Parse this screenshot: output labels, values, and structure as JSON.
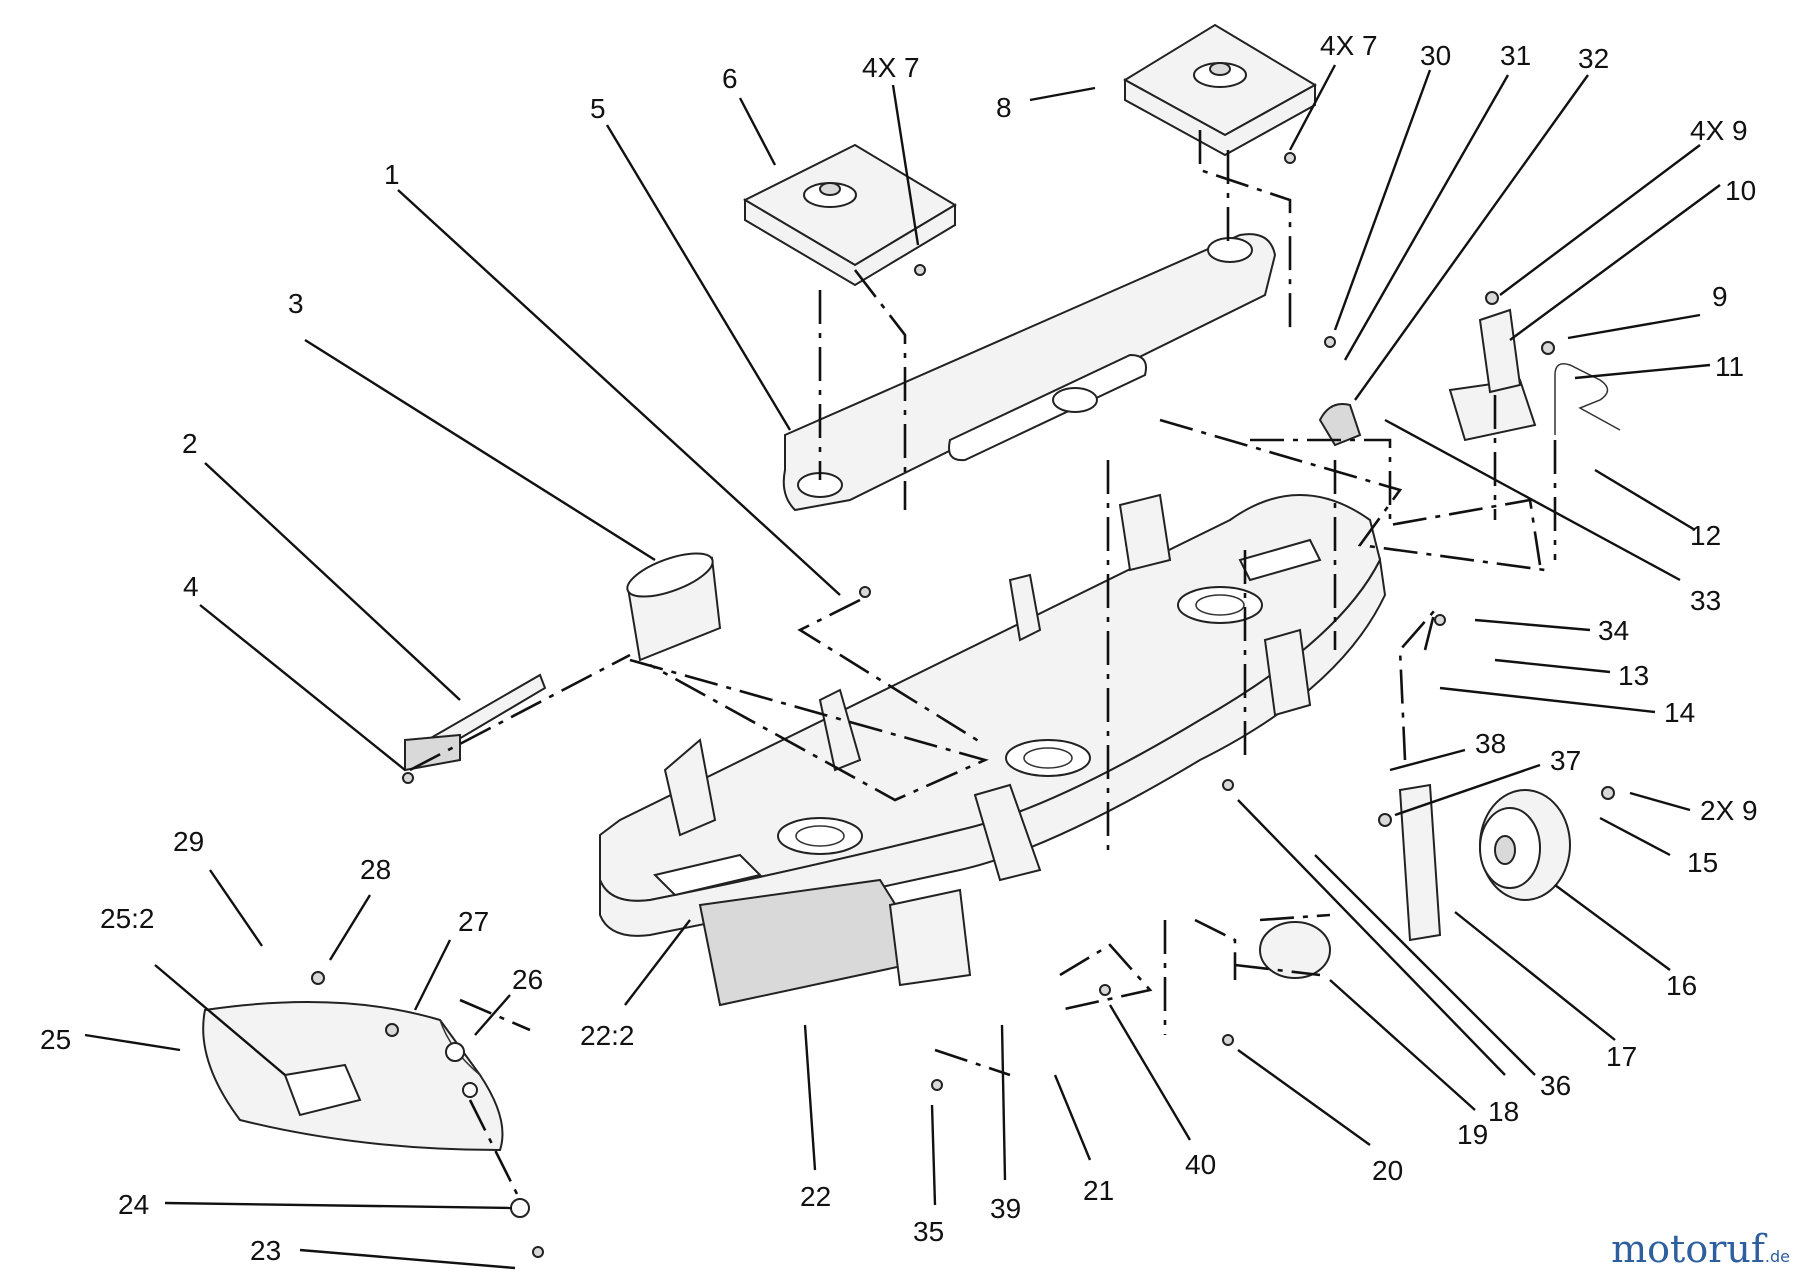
{
  "diagram": {
    "callouts": [
      {
        "id": "1",
        "label": "1"
      },
      {
        "id": "2",
        "label": "2"
      },
      {
        "id": "3",
        "label": "3"
      },
      {
        "id": "4",
        "label": "4"
      },
      {
        "id": "5",
        "label": "5"
      },
      {
        "id": "6",
        "label": "6"
      },
      {
        "id": "4x7a",
        "label": "4X 7"
      },
      {
        "id": "8",
        "label": "8"
      },
      {
        "id": "4x7b",
        "label": "4X 7"
      },
      {
        "id": "30",
        "label": "30"
      },
      {
        "id": "31",
        "label": "31"
      },
      {
        "id": "32",
        "label": "32"
      },
      {
        "id": "4x9",
        "label": "4X 9"
      },
      {
        "id": "10",
        "label": "10"
      },
      {
        "id": "9",
        "label": "9"
      },
      {
        "id": "11",
        "label": "11"
      },
      {
        "id": "12",
        "label": "12"
      },
      {
        "id": "33",
        "label": "33"
      },
      {
        "id": "34",
        "label": "34"
      },
      {
        "id": "13",
        "label": "13"
      },
      {
        "id": "14",
        "label": "14"
      },
      {
        "id": "38",
        "label": "38"
      },
      {
        "id": "37",
        "label": "37"
      },
      {
        "id": "2x9",
        "label": "2X 9"
      },
      {
        "id": "15",
        "label": "15"
      },
      {
        "id": "16",
        "label": "16"
      },
      {
        "id": "17",
        "label": "17"
      },
      {
        "id": "36",
        "label": "36"
      },
      {
        "id": "18",
        "label": "18"
      },
      {
        "id": "19",
        "label": "19"
      },
      {
        "id": "20",
        "label": "20"
      },
      {
        "id": "40",
        "label": "40"
      },
      {
        "id": "21",
        "label": "21"
      },
      {
        "id": "39",
        "label": "39"
      },
      {
        "id": "35",
        "label": "35"
      },
      {
        "id": "22",
        "label": "22"
      },
      {
        "id": "22-2",
        "label": "22:2"
      },
      {
        "id": "29",
        "label": "29"
      },
      {
        "id": "28",
        "label": "28"
      },
      {
        "id": "27",
        "label": "27"
      },
      {
        "id": "26",
        "label": "26"
      },
      {
        "id": "25-2",
        "label": "25:2"
      },
      {
        "id": "25",
        "label": "25"
      },
      {
        "id": "24",
        "label": "24"
      },
      {
        "id": "23",
        "label": "23"
      }
    ]
  },
  "watermark": {
    "brand": "motoruf",
    "suffix": ".de",
    "color": "#2d5e9e"
  }
}
